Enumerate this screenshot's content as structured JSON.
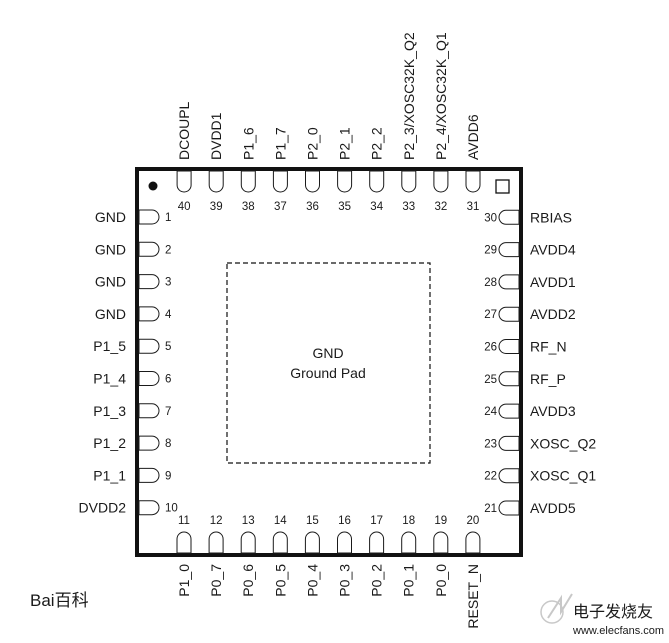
{
  "pins": {
    "left": [
      {
        "num": "1",
        "name": "GND"
      },
      {
        "num": "2",
        "name": "GND"
      },
      {
        "num": "3",
        "name": "GND"
      },
      {
        "num": "4",
        "name": "GND"
      },
      {
        "num": "5",
        "name": "P1_5"
      },
      {
        "num": "6",
        "name": "P1_4"
      },
      {
        "num": "7",
        "name": "P1_3"
      },
      {
        "num": "8",
        "name": "P1_2"
      },
      {
        "num": "9",
        "name": "P1_1"
      },
      {
        "num": "10",
        "name": "DVDD2"
      }
    ],
    "bottom": [
      {
        "num": "11",
        "name": "P1_0"
      },
      {
        "num": "12",
        "name": "P0_7"
      },
      {
        "num": "13",
        "name": "P0_6"
      },
      {
        "num": "14",
        "name": "P0_5"
      },
      {
        "num": "15",
        "name": "P0_4"
      },
      {
        "num": "16",
        "name": "P0_3"
      },
      {
        "num": "17",
        "name": "P0_2"
      },
      {
        "num": "18",
        "name": "P0_1"
      },
      {
        "num": "19",
        "name": "P0_0"
      },
      {
        "num": "20",
        "name": "RESET_N"
      }
    ],
    "right": [
      {
        "num": "21",
        "name": "AVDD5"
      },
      {
        "num": "22",
        "name": "XOSC_Q1"
      },
      {
        "num": "23",
        "name": "XOSC_Q2"
      },
      {
        "num": "24",
        "name": "AVDD3"
      },
      {
        "num": "25",
        "name": "RF_P"
      },
      {
        "num": "26",
        "name": "RF_N"
      },
      {
        "num": "27",
        "name": "AVDD2"
      },
      {
        "num": "28",
        "name": "AVDD1"
      },
      {
        "num": "29",
        "name": "AVDD4"
      },
      {
        "num": "30",
        "name": "RBIAS"
      }
    ],
    "top": [
      {
        "num": "31",
        "name": "AVDD6"
      },
      {
        "num": "32",
        "name": "P2_4/XOSC32K_Q1"
      },
      {
        "num": "33",
        "name": "P2_3/XOSC32K_Q2"
      },
      {
        "num": "34",
        "name": "P2_2"
      },
      {
        "num": "35",
        "name": "P2_1"
      },
      {
        "num": "36",
        "name": "P2_0"
      },
      {
        "num": "37",
        "name": "P1_7"
      },
      {
        "num": "38",
        "name": "P1_6"
      },
      {
        "num": "39",
        "name": "DVDD1"
      },
      {
        "num": "40",
        "name": "DCOUPL"
      }
    ]
  },
  "ground_pad": {
    "line1": "GND",
    "line2": "Ground Pad"
  },
  "watermarks": {
    "left": "Bai百科",
    "right": "电子发烧友",
    "right_url": "www.elecfans.com"
  }
}
